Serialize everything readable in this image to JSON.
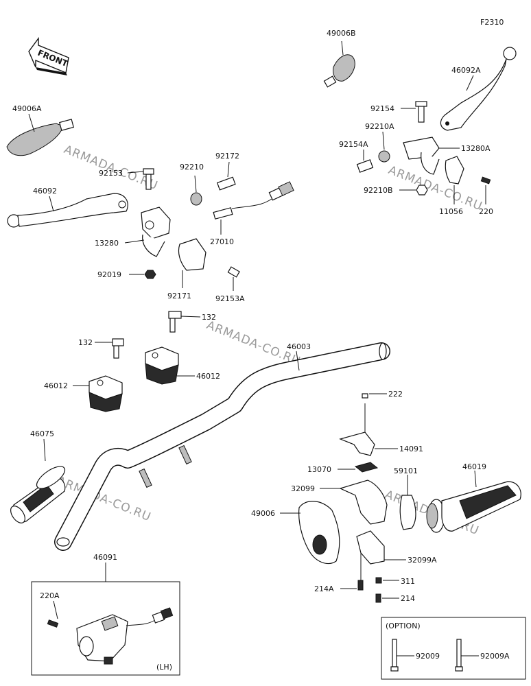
{
  "figure_code": "F2310",
  "front_label": "FRONT",
  "watermark": "ARMADA-CO.RU",
  "labels": {
    "p49006B": "49006B",
    "p46092A": "46092A",
    "p92154": "92154",
    "p92210A": "92210A",
    "p92154A": "92154A",
    "p13280A": "13280A",
    "p92210B": "92210B",
    "p11056": "11056",
    "p220": "220",
    "p49006A": "49006A",
    "p92153": "92153",
    "p92210": "92210",
    "p92172": "92172",
    "p46092": "46092",
    "p27010": "27010",
    "p13280": "13280",
    "p92019": "92019",
    "p92171": "92171",
    "p92153A": "92153A",
    "p132a": "132",
    "p132b": "132",
    "p46003": "46003",
    "p46012a": "46012",
    "p46012b": "46012",
    "p46075": "46075",
    "p222": "222",
    "p14091": "14091",
    "p13070": "13070",
    "p59101": "59101",
    "p46019": "46019",
    "p32099": "32099",
    "p49006": "49006",
    "p32099A": "32099A",
    "p311": "311",
    "p214A": "214A",
    "p214": "214",
    "p46091": "46091",
    "p220A": "220A",
    "lh": "(LH)",
    "option": "(OPTION)",
    "p92009": "92009",
    "p92009A": "92009A"
  }
}
